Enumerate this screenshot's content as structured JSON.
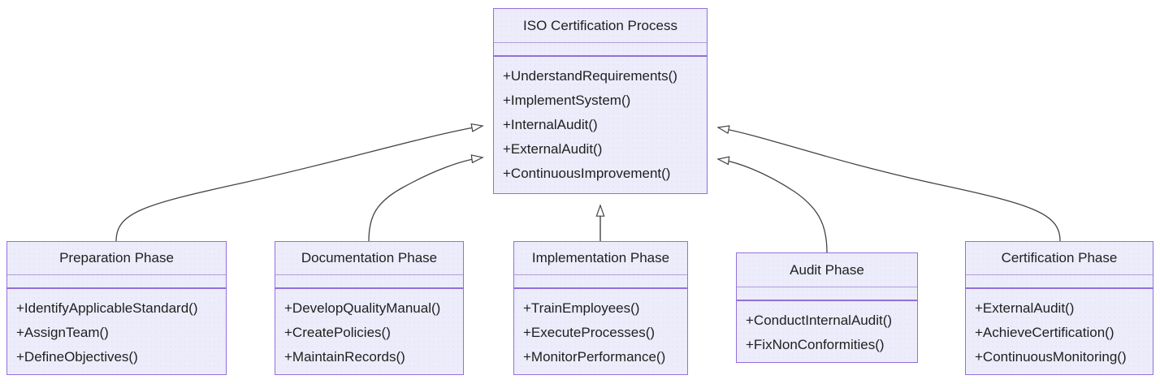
{
  "diagram": {
    "type": "uml-class-diagram",
    "title": "ISO Certification Process",
    "background_color": "#ffffff",
    "class_fill_color": "#ececfb",
    "class_border_color": "#9370db",
    "edge_color": "#444444",
    "relationship": "generalization",
    "arrowhead": "hollow-triangle"
  },
  "parent": {
    "name": "ISO Certification Process",
    "attributes": [],
    "methods": [
      "+UnderstandRequirements()",
      "+ImplementSystem()",
      "+InternalAudit()",
      "+ExternalAudit()",
      "+ContinuousImprovement()"
    ]
  },
  "children": [
    {
      "name": "Preparation Phase",
      "attributes": [],
      "methods": [
        "+IdentifyApplicableStandard()",
        "+AssignTeam()",
        "+DefineObjectives()"
      ]
    },
    {
      "name": "Documentation Phase",
      "attributes": [],
      "methods": [
        "+DevelopQualityManual()",
        "+CreatePolicies()",
        "+MaintainRecords()"
      ]
    },
    {
      "name": "Implementation Phase",
      "attributes": [],
      "methods": [
        "+TrainEmployees()",
        "+ExecuteProcesses()",
        "+MonitorPerformance()"
      ]
    },
    {
      "name": "Audit Phase",
      "attributes": [],
      "methods": [
        "+ConductInternalAudit()",
        "+FixNonConformities()"
      ]
    },
    {
      "name": "Certification Phase",
      "attributes": [],
      "methods": [
        "+ExternalAudit()",
        "+AchieveCertification()",
        "+ContinuousMonitoring()"
      ]
    }
  ]
}
